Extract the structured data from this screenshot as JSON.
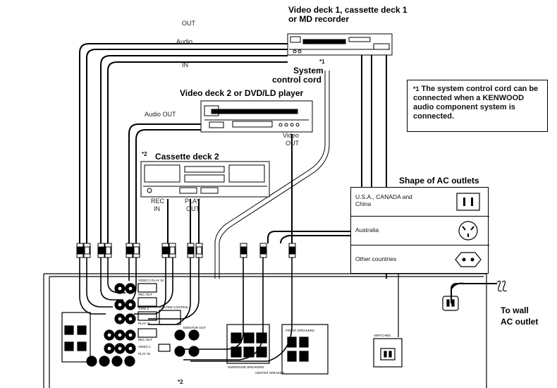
{
  "labels": {
    "out_top": "OUT",
    "audio": "Audio",
    "in": "IN",
    "video_deck_1_line1": "Video deck 1, cassette deck 1",
    "video_deck_1_line2": "or MD recorder",
    "system_control_mark": "*1",
    "system_control_line1": "System",
    "system_control_line2": "control cord",
    "video_deck_2": "Video deck 2 or DVD/LD player",
    "audio_out": "Audio OUT",
    "video_out_line1": "Video",
    "video_out_line2": "OUT",
    "cassette_mark": "*2",
    "cassette_deck_2": "Cassette deck 2",
    "rec": "REC",
    "rec_in": "IN",
    "play": "PLAY",
    "play_out": "OUT",
    "to_wall_line1": "To wall",
    "to_wall_line2": "AC outlet",
    "bottom_mark": "*2"
  },
  "note": {
    "mark": "*1",
    "text": "The system control cord can be connected when a KENWOOD audio component system is connected."
  },
  "outlets": {
    "title": "Shape of AC outlets",
    "rows": [
      {
        "country": "U.S.A., CANADA and China",
        "icon": "two-flat-blade-outlet-icon"
      },
      {
        "country": "Australia",
        "icon": "angled-blade-outlet-icon"
      },
      {
        "country": "Other countries",
        "icon": "round-pin-outlet-icon"
      }
    ]
  },
  "receiver_panel": {
    "jack_labels": [
      "VIDEO 2 PLAY IN",
      "REC OUT",
      "TAPE 2",
      "PLAY IN",
      "REC OUT",
      "VIDEO 1",
      "PLAY IN",
      "SYSTEM CONTROL",
      "MONITOR OUT",
      "SURROUND SPEAKERS",
      "CENTER SPEAKER",
      "FRONT SPEAKERS",
      "SWITCHED"
    ]
  }
}
